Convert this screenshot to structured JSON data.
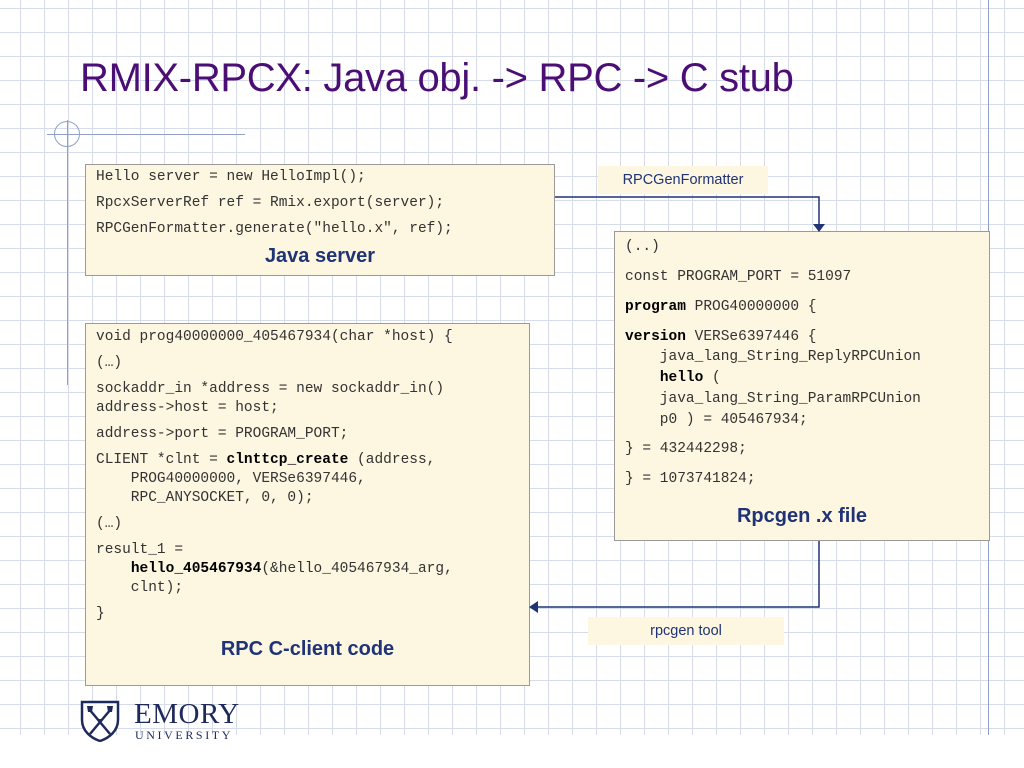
{
  "slide": {
    "title": "RMIX-RPCX: Java obj. -> RPC -> C stub"
  },
  "java_server": {
    "lines": [
      "Hello server = new HelloImpl();",
      "RpcxServerRef ref = Rmix.export(server);",
      "RPCGenFormatter.generate(\"hello.x\", ref);"
    ],
    "caption": "Java server"
  },
  "rpcgen_file": {
    "line1": "(..)",
    "line2": "const PROGRAM_PORT = 51097",
    "program_kw": "program",
    "program_rest": " PROG40000000 {",
    "version_kw": "version",
    "version_rest": " VERSe6397446 {",
    "reply_union": "    java_lang_String_ReplyRPCUnion",
    "hello_kw": "hello",
    "hello_rest": " (",
    "param_union": "    java_lang_String_ParamRPCUnion",
    "param_tail": "    p0 ) = 405467934;",
    "close1": "} = 432442298;",
    "close2": "} = 1073741824;",
    "caption": "Rpcgen .x file"
  },
  "c_client": {
    "line1": "void prog40000000_405467934(char *host) {",
    "line2": "(…)",
    "line3a": "sockaddr_in *address = new sockaddr_in()",
    "line3b": "address->host = host;",
    "line4": "address->port = PROGRAM_PORT;",
    "line5a_pre": "CLIENT *clnt = ",
    "line5a_bold": "clnttcp_create",
    "line5a_post": " (address,",
    "line5b": "    PROG40000000, VERSe6397446,",
    "line5c": "    RPC_ANYSOCKET, 0, 0);",
    "line6": "(…)",
    "line7a": "result_1 =",
    "line7b_bold": "hello_405467934",
    "line7b_post": "(&hello_405467934_arg,",
    "line7c": "    clnt);",
    "line8": "}",
    "caption": "RPC C-client code"
  },
  "labels": {
    "formatter": "RPCGenFormatter",
    "tool": "rpcgen tool"
  },
  "logo": {
    "name": "EMORY",
    "subtitle": "UNIVERSITY"
  },
  "colors": {
    "title": "#4b0e74",
    "caption": "#1f3377",
    "box_fill": "#fdf6e0",
    "arrow": "#1f3377",
    "grid": "#d6dcea"
  }
}
